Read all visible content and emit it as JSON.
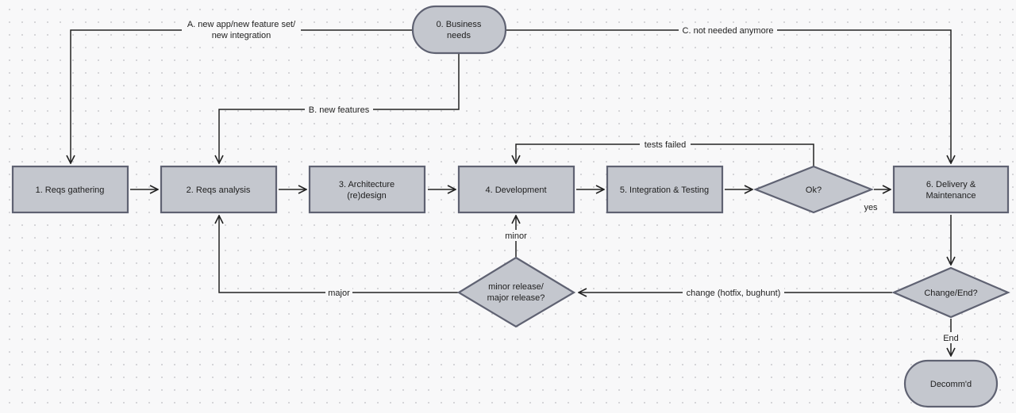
{
  "nodes": {
    "business_needs": [
      "0. Business",
      "needs"
    ],
    "reqs_gathering": [
      "1. Reqs gathering"
    ],
    "reqs_analysis": [
      "2. Reqs analysis"
    ],
    "architecture": [
      "3. Architecture",
      "(re)design"
    ],
    "development": [
      "4. Development"
    ],
    "integration_testing": [
      "5. Integration & Testing"
    ],
    "ok_decision": [
      "Ok?"
    ],
    "delivery": [
      "6. Delivery &",
      "Maintenance"
    ],
    "release_decision": [
      "minor release/",
      "major release?"
    ],
    "change_end_decision": [
      "Change/End?"
    ],
    "decommissioned": [
      "Decomm'd"
    ]
  },
  "edges": {
    "new_app": [
      "A. new app/new feature set/",
      "new integration"
    ],
    "new_features": [
      "B. new features"
    ],
    "not_needed": [
      "C. not needed anymore"
    ],
    "tests_failed": [
      "tests failed"
    ],
    "yes": [
      "yes"
    ],
    "minor": [
      "minor"
    ],
    "major": [
      "major"
    ],
    "change": [
      "change (hotfix, bughunt)"
    ],
    "end": [
      "End"
    ]
  }
}
